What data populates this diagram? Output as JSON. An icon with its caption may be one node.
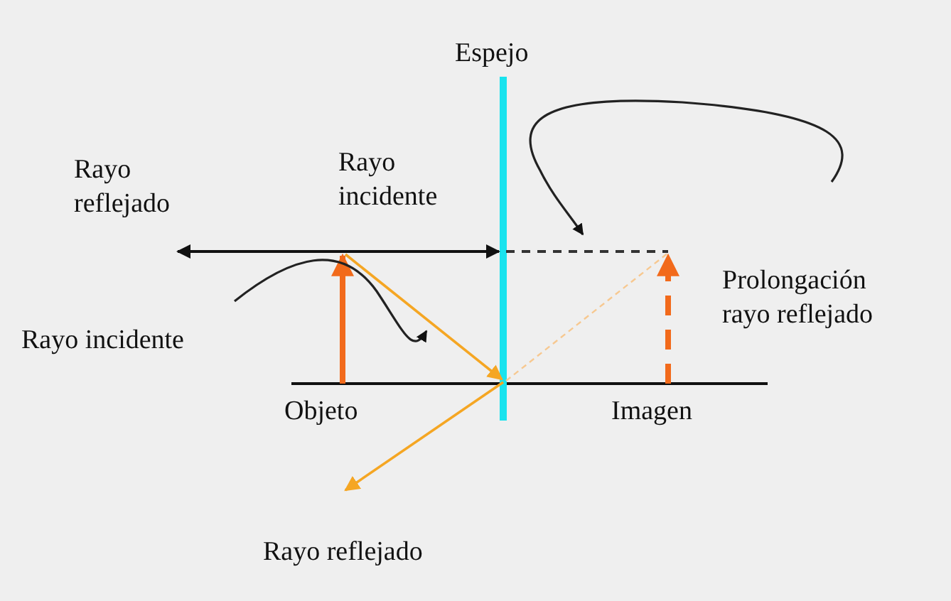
{
  "diagram": {
    "nodes": [
      {
        "text": [
          "Rayo incidente"
        ]
      },
      {
        "text": [
          "Prolongación rayo reflejado"
        ]
      }
    ],
    "edges": [
      {
        "from": 0,
        "to": null,
        "arrow": "to"
      },
      {
        "from": 1,
        "to": null,
        "arrow": "to"
      }
    ],
    "labels": [
      "Espejo",
      "Rayo reflejado",
      "Rayo incidente",
      "Objeto",
      "Imagen",
      "Rayo reflejado"
    ]
  }
}
